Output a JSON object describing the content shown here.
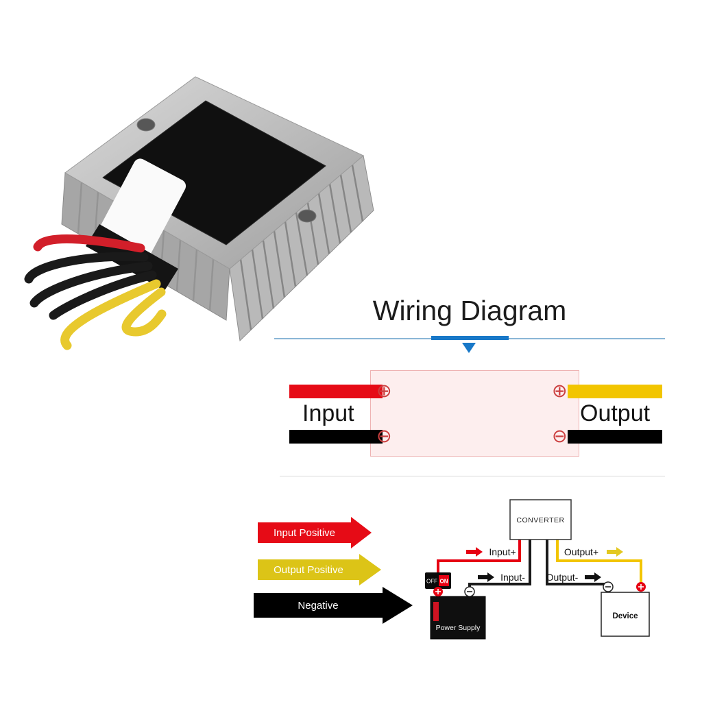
{
  "title": "Wiring Diagram",
  "wiring_box": {
    "input_label": "Input",
    "output_label": "Output",
    "terminal_plus": "⊕",
    "terminal_minus": "⊖"
  },
  "legend": {
    "items": [
      {
        "label": "Input Positive",
        "color": "#e60b16"
      },
      {
        "label": "Output Positive",
        "color": "#dcc417"
      },
      {
        "label": "Negative",
        "color": "#000000"
      }
    ]
  },
  "schematic": {
    "converter_label": "CONVERTER",
    "input_plus_label": "Input+",
    "output_plus_label": "Output+",
    "input_minus_label": "Input-",
    "output_minus_label": "Output-",
    "power_supply_label": "Power Supply",
    "device_label": "Device",
    "switch_off_label": "OFF",
    "switch_on_label": "ON"
  },
  "colors": {
    "input_positive_wire": "#e60b16",
    "output_positive_wire": "#f2c500",
    "negative_wire": "#000000",
    "underline_accent": "#1878c8",
    "underline_line": "#8ab6d6",
    "converter_box_fill": "#fdeeee",
    "converter_box_border": "#eeb2b2"
  }
}
